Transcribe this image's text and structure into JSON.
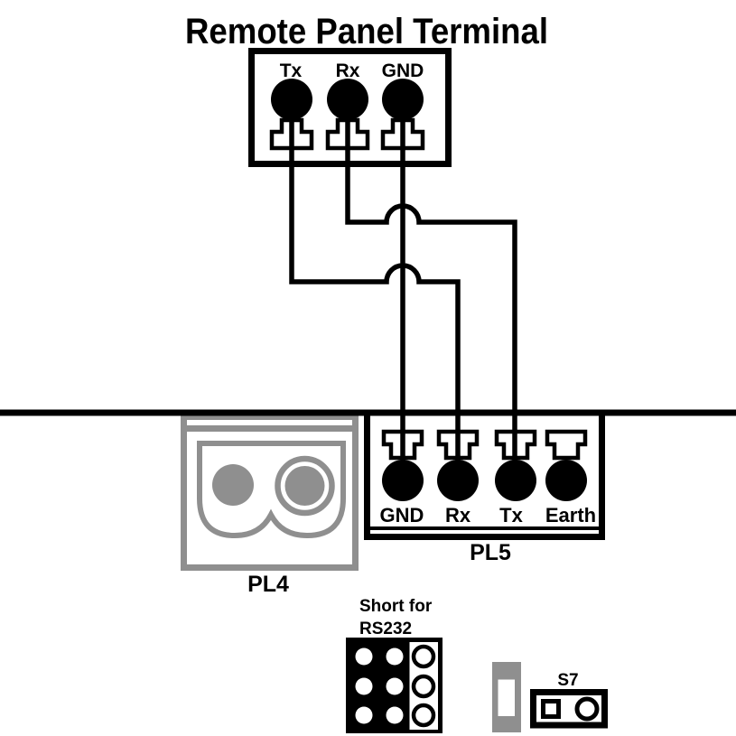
{
  "title": "Remote Panel Terminal",
  "colors": {
    "line": "#000000",
    "connector_gray": "#8f8f8f",
    "background": "#ffffff"
  },
  "remote_panel": {
    "terminals": [
      {
        "label": "Tx"
      },
      {
        "label": "Rx"
      },
      {
        "label": "GND"
      }
    ]
  },
  "pl5": {
    "name": "PL5",
    "terminals": [
      {
        "label": "GND"
      },
      {
        "label": "Rx"
      },
      {
        "label": "Tx"
      },
      {
        "label": "Earth"
      }
    ]
  },
  "pl4": {
    "name": "PL4"
  },
  "rs232_jumper": {
    "caption_line1": "Short for",
    "caption_line2": "RS232"
  },
  "s7_switch": {
    "name": "S7"
  },
  "connections": [
    {
      "from": "Remote Panel Tx",
      "to": "PL5 Rx"
    },
    {
      "from": "Remote Panel Rx",
      "to": "PL5 Tx"
    },
    {
      "from": "Remote Panel GND",
      "to": "PL5 GND"
    }
  ]
}
